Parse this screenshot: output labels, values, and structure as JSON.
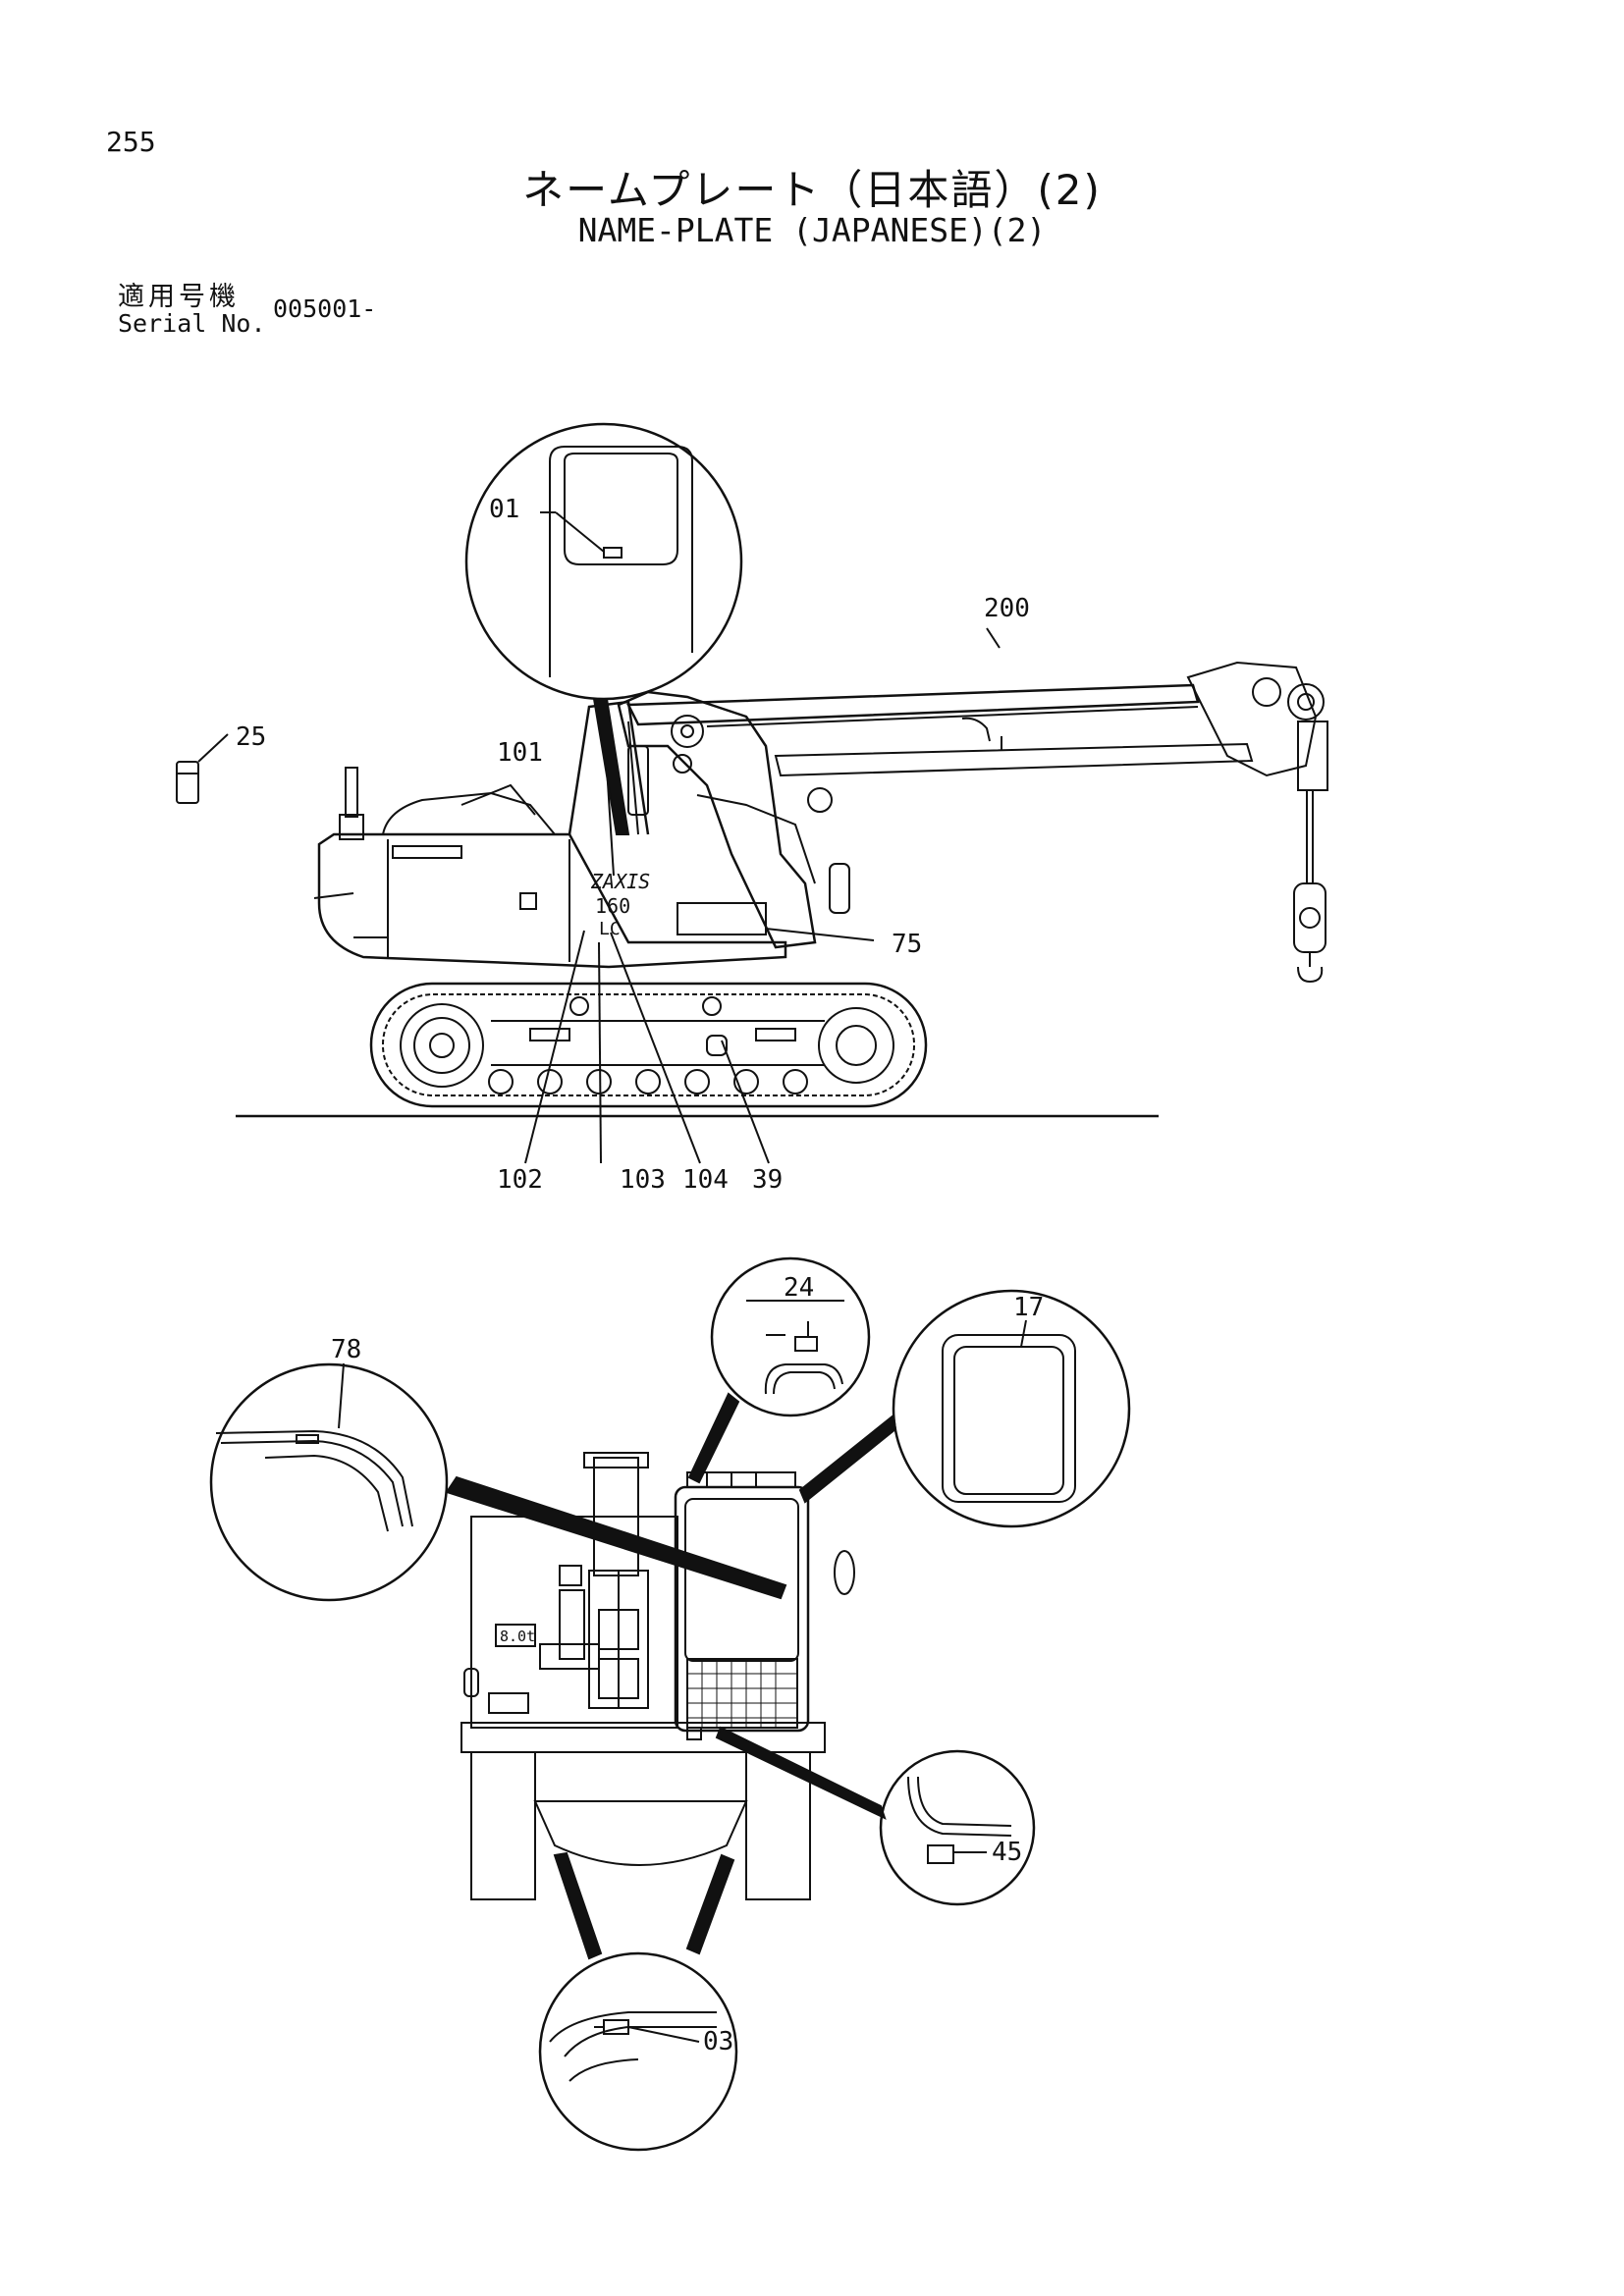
{
  "header": {
    "page_number": "255",
    "title_jp": "ネームプレート（日本語）(2)",
    "title_en": "NAME-PLATE (JAPANESE)(2)"
  },
  "serial": {
    "label_jp": "適用号機",
    "label_en": "Serial No.",
    "value": "005001-"
  },
  "callouts": {
    "c01": "01",
    "c200": "200",
    "c25": "25",
    "c101": "101",
    "c75": "75",
    "c102": "102",
    "c103": "103",
    "c104": "104",
    "c39": "39",
    "c24": "24",
    "c78": "78",
    "c17": "17",
    "c45": "45",
    "c03": "03"
  },
  "machine_text": {
    "model_brand": "ZAXIS",
    "model_number": "160",
    "model_suffix": "LC",
    "weight_plate": "8.0t"
  }
}
